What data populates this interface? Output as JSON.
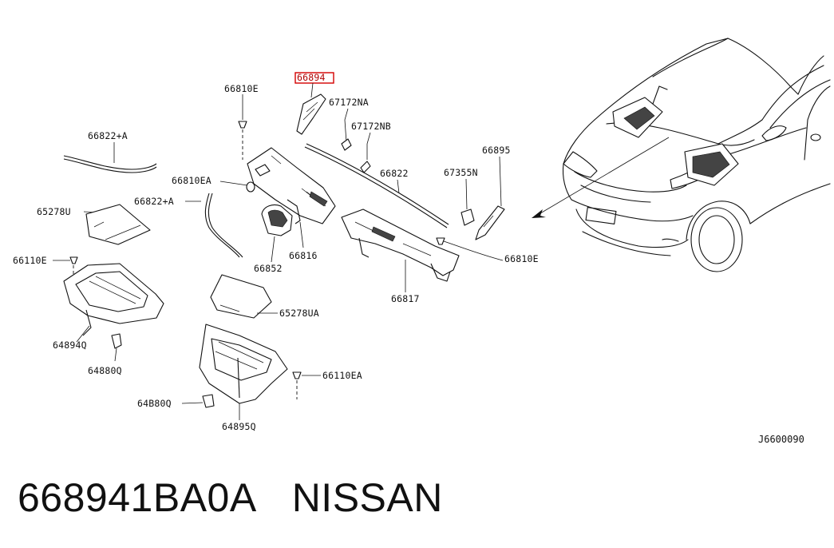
{
  "labels": {
    "p66894": "66894",
    "p66810e_top": "66810E",
    "p67172na": "67172NA",
    "p67172nb": "67172NB",
    "p66822a_top": "66822+A",
    "p66810ea": "66810EA",
    "p66822a_mid": "66822+A",
    "p66822": "66822",
    "p66895": "66895",
    "p67355n": "67355N",
    "p65278u": "65278U",
    "p66110e": "66110E",
    "p66852": "66852",
    "p66816": "66816",
    "p66810e_right": "66810E",
    "p66817": "66817",
    "p65278ua": "65278UA",
    "p64894q": "64894Q",
    "p64880q_a": "64880Q",
    "p66110ea": "66110EA",
    "p64880q_b": "64B80Q",
    "p64895q": "64895Q"
  },
  "reference_code": "J6600090",
  "caption": {
    "part_number": "668941BA0A",
    "brand": "NISSAN"
  },
  "colors": {
    "highlight": "#d40000",
    "ink": "#111111",
    "background": "#ffffff"
  }
}
